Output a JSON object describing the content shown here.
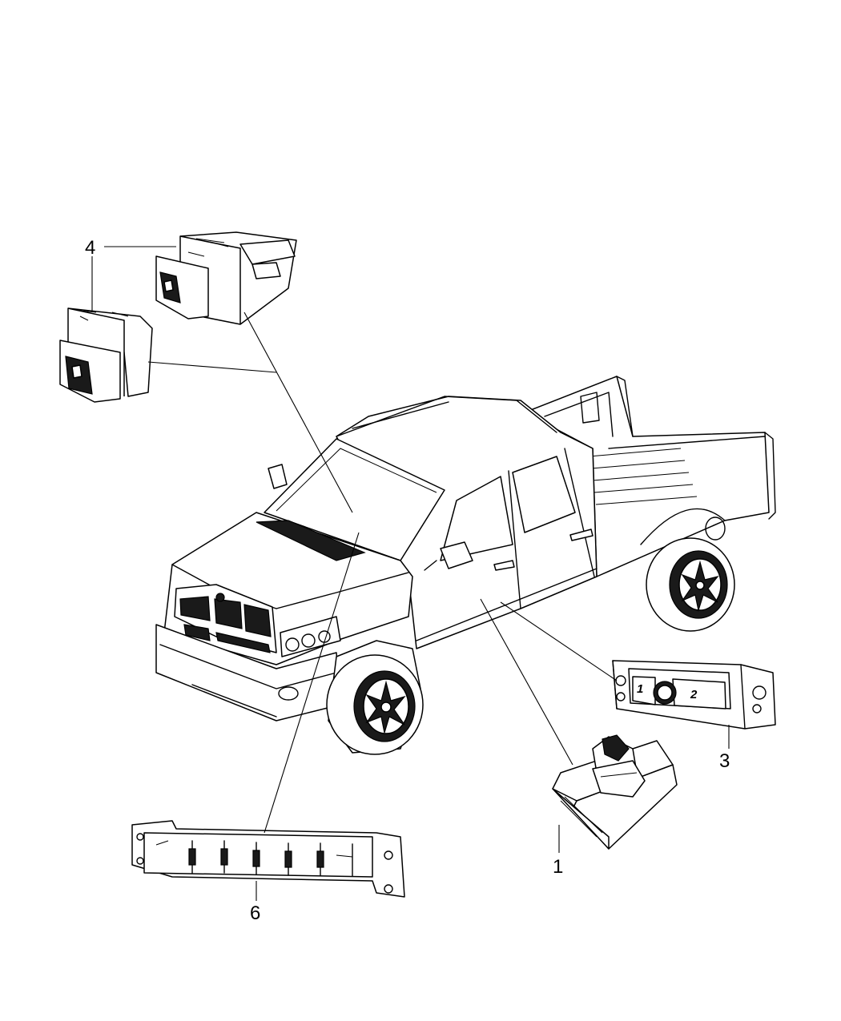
{
  "callouts": {
    "c1": "1",
    "c3": "3",
    "c4": "4",
    "c6": "6"
  },
  "switch_labels": {
    "left": "1",
    "right": "2"
  }
}
